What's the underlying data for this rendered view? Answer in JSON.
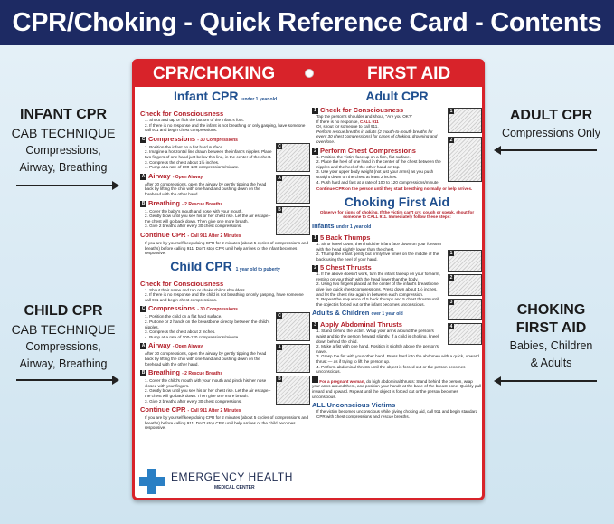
{
  "banner": {
    "title": "CPR/Choking - Quick Reference Card - Contents"
  },
  "left_labels": [
    {
      "title": "INFANT CPR",
      "subtitle": "CAB TECHNIQUE",
      "desc1": "Compressions,",
      "desc2": "Airway, Breathing"
    },
    {
      "title": "CHILD CPR",
      "subtitle": "CAB TECHNIQUE",
      "desc1": "Compressions,",
      "desc2": "Airway, Breathing"
    }
  ],
  "right_labels": [
    {
      "title": "ADULT CPR",
      "desc1": "Compressions Only"
    },
    {
      "title1": "CHOKING",
      "title2": "FIRST AID",
      "desc1": "Babies, Children",
      "desc2": "& Adults"
    }
  ],
  "card": {
    "left_header": "CPR/CHOKING",
    "right_header": "FIRST AID",
    "infant": {
      "title": "Infant CPR",
      "age": "under 1 year old",
      "check": "Check for Consciousness",
      "check_items": [
        "1. Shout and tap or flick the bottom of the infant's foot.",
        "2. If there is no response and the infant is not breathing or only gasping, have someone call 911 and begin chest compressions."
      ],
      "comp": "Compressions",
      "comp_sub": "- 30 Compressions",
      "comp_items": [
        "1. Position the infant on a flat hard surface.",
        "2. Imagine a horizontal line drawn between the infant's nipples. Place two fingers of one hand just below this line, in the center of the chest.",
        "3. Compress the chest about 1½ inches.",
        "4. Pump at a rate of 100-120 compressions/minute."
      ],
      "airway": "Airway",
      "airway_sub": "- Open Airway",
      "airway_text": "After 30 compressions, open the airway by gently tipping the head back by lifting the chin with one hand and pushing down on the forehead with the other hand.",
      "breath": "Breathing",
      "breath_sub": "- 2 Rescue Breaths",
      "breath_items": [
        "1. Cover the baby's mouth and nose with your mouth.",
        "2. Gently blow until you see his or her chest rise. Let the air escape - the chest will go back down. Then give one more breath.",
        "3. Give 2 breaths after every 30 chest compressions."
      ],
      "cont": "Continue CPR",
      "cont_sub": "- Call 911 After 2 Minutes",
      "cont_text": "If you are by yourself keep doing CPR for 2 minutes (about 5 cycles of compressions and breaths) before calling 911. Don't stop CPR until help arrives or the infant becomes responsive."
    },
    "child": {
      "title": "Child CPR",
      "age": "1 year old to puberty",
      "check": "Check for Consciousness",
      "check_items": [
        "1. Shout their name and tap or shake child's shoulders.",
        "2. If there is no response and the child is not breathing or only gasping, have someone call 911 and begin chest compressions."
      ],
      "comp": "Compressions",
      "comp_sub": "- 30 Compressions",
      "comp_items": [
        "1. Position the child on a flat hard surface.",
        "2. Put one or 2 hands on the breastbone directly between the child's nipples.",
        "3. Compress the chest about 2 inches.",
        "4. Pump at a rate of 100-120 compressions/minute."
      ],
      "airway": "Airway",
      "airway_sub": "- Open Airway",
      "airway_text": "After 30 compressions, open the airway by gently tipping the head back by lifting the chin with one hand and pushing down on the forehead with the other hand.",
      "breath": "Breathing",
      "breath_sub": "- 2 Rescue Breaths",
      "breath_items": [
        "1. Cover the child's mouth with your mouth and pinch his/her nose closed with your fingers.",
        "2. Gently blow until you see his or her chest rise. Let the air escape - the chest will go back down. Then give one more breath.",
        "3. Give 2 breaths after every 30 chest compressions."
      ],
      "cont": "Continue CPR",
      "cont_sub": "- Call 911 After 2 Minutes",
      "cont_text": "If you are by yourself keep doing CPR for 2 minutes (about 5 cycles of compressions and breaths) before calling 911. Don't stop CPR until help arrives or the child becomes responsive."
    },
    "adult": {
      "title": "Adult CPR",
      "check": "Check for Consciousness",
      "check_text": "Tap the person's shoulder and shout, \"Are you OK?\"",
      "if_none": "If there is no response,",
      "call": "CALL 911",
      "or_shout": "Or, shout for someone to call 911.",
      "rescue": "Perform rescue breaths in adults (2 mouth-to-mouth breaths for every 30 chest compressions) for cases of choking, drowning and overdose.",
      "comp": "Perform Chest Compressions",
      "comp_items": [
        "1. Position the victim face up on a firm, flat surface.",
        "2. Place the heel of one hand in the center of the chest between the nipples and the heel of the other hand on top.",
        "3. Use your upper body weight (not just your arms) as you push straight down on the chest at least 2 inches.",
        "4. Push hard and fast at a rate of 100 to 120 compressions/minute."
      ],
      "cont": "Continue CPR on the person until they start breathing normally or help arrives."
    },
    "choking": {
      "title": "Choking First Aid",
      "intro": "Observe for signs of choking. If the victim can't cry, cough or speak, shout for someone to CALL 911. Immediately follow these steps:",
      "infants": "Infants",
      "infants_age": "under 1 year old",
      "back": "5 Back Thumps",
      "back_items": [
        "1. Sit or kneel down, then hold the infant face down on your forearm with the head slightly lower than the chest.",
        "2. Thump the infant gently but firmly five times on the middle of the back using the heel of your hand."
      ],
      "chest": "5 Chest Thrusts",
      "chest_items": [
        "1. If the above doesn't work, turn the infant faceup on your forearm, resting on your thigh with the head lower than the body.",
        "2. Using two fingers placed at the center of the infant's breastbone, give five quick chest compressions. Press down about 1½ inches, and let the chest rise again in between each compression.",
        "3. Repeat the sequence of 5 back thumps and 5 chest thrusts until the object is forced out or the infant becomes unconscious."
      ],
      "adults": "Adults & Children",
      "adults_age": "over 1 year old",
      "abd": "Apply Abdominal Thrusts",
      "abd_items": [
        "1. Stand behind the victim. Wrap your arms around the person's waist and tip the person forward slightly. If a child is choking, kneel down behind the child.",
        "2. Make a fist with one hand. Position it slightly above the person's navel.",
        "3. Grasp the fist with your other hand. Press hard into the abdomen with a quick, upward thrust — as if trying to lift the person up.",
        "4. Perform abdominal thrusts until the object is forced out or the person becomes unconscious."
      ],
      "preg_lead": "For a pregnant woman,",
      "preg_text": "do high abdominal thrusts: Stand behind the person, wrap your arms around them, and position your hands at the base of the breast bone. Quickly pull inward and upward. Repeat until the object is forced out or the person becomes unconscious.",
      "uncon": "ALL Unconscious Victims",
      "uncon_text": "If the victim becomes unconscious while giving choking aid, call 911 and begin standard CPR with chest compressions and rescue breaths."
    },
    "logo": {
      "name": "EMERGENCY HEALTH",
      "sub": "MEDICAL CENTER"
    }
  },
  "colors": {
    "banner": "#1d2a63",
    "accent_red": "#d8232a",
    "heading_blue": "#1f4f8f",
    "subheading_red": "#b3202a"
  }
}
